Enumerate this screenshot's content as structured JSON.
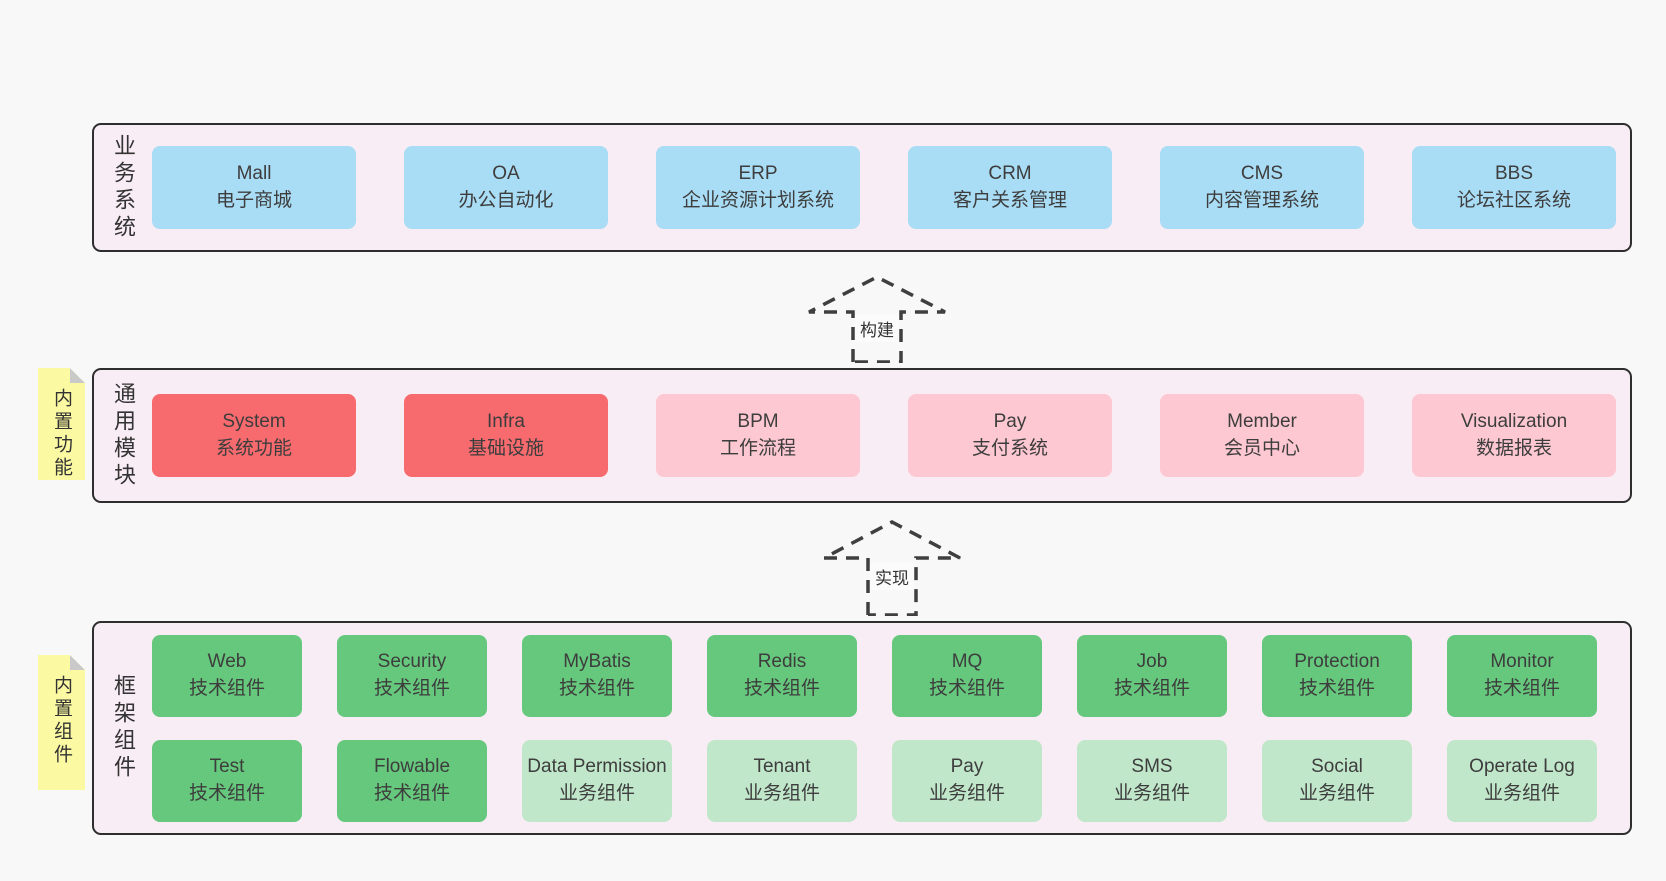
{
  "arrows": [
    {
      "label": "构建"
    },
    {
      "label": "实现"
    }
  ],
  "sections": [
    {
      "label": "业务系统",
      "boxes": [
        {
          "title": "Mall",
          "subtitle": "电子商城",
          "variant": "blue"
        },
        {
          "title": "OA",
          "subtitle": "办公自动化",
          "variant": "blue"
        },
        {
          "title": "ERP",
          "subtitle": "企业资源计划系统",
          "variant": "blue"
        },
        {
          "title": "CRM",
          "subtitle": "客户关系管理",
          "variant": "blue"
        },
        {
          "title": "CMS",
          "subtitle": "内容管理系统",
          "variant": "blue"
        },
        {
          "title": "BBS",
          "subtitle": "论坛社区系统",
          "variant": "blue"
        }
      ]
    },
    {
      "label": "通用模块",
      "sticky": "内置功能",
      "boxes": [
        {
          "title": "System",
          "subtitle": "系统功能",
          "variant": "red"
        },
        {
          "title": "Infra",
          "subtitle": "基础设施",
          "variant": "red"
        },
        {
          "title": "BPM",
          "subtitle": "工作流程",
          "variant": "pink"
        },
        {
          "title": "Pay",
          "subtitle": "支付系统",
          "variant": "pink"
        },
        {
          "title": "Member",
          "subtitle": "会员中心",
          "variant": "pink"
        },
        {
          "title": "Visualization",
          "subtitle": "数据报表",
          "variant": "pink"
        }
      ]
    },
    {
      "label": "框架组件",
      "sticky": "内置组件",
      "rows": [
        [
          {
            "title": "Web",
            "subtitle": "技术组件",
            "variant": "green"
          },
          {
            "title": "Security",
            "subtitle": "技术组件",
            "variant": "green"
          },
          {
            "title": "MyBatis",
            "subtitle": "技术组件",
            "variant": "green"
          },
          {
            "title": "Redis",
            "subtitle": "技术组件",
            "variant": "green"
          },
          {
            "title": "MQ",
            "subtitle": "技术组件",
            "variant": "green"
          },
          {
            "title": "Job",
            "subtitle": "技术组件",
            "variant": "green"
          },
          {
            "title": "Protection",
            "subtitle": "技术组件",
            "variant": "green"
          },
          {
            "title": "Monitor",
            "subtitle": "技术组件",
            "variant": "green"
          }
        ],
        [
          {
            "title": "Test",
            "subtitle": "技术组件",
            "variant": "green"
          },
          {
            "title": "Flowable",
            "subtitle": "技术组件",
            "variant": "green"
          },
          {
            "title": "Data Permission",
            "subtitle": "业务组件",
            "variant": "lightgreen"
          },
          {
            "title": "Tenant",
            "subtitle": "业务组件",
            "variant": "lightgreen"
          },
          {
            "title": "Pay",
            "subtitle": "业务组件",
            "variant": "lightgreen"
          },
          {
            "title": "SMS",
            "subtitle": "业务组件",
            "variant": "lightgreen"
          },
          {
            "title": "Social",
            "subtitle": "业务组件",
            "variant": "lightgreen"
          },
          {
            "title": "Operate Log",
            "subtitle": "业务组件",
            "variant": "lightgreen"
          }
        ]
      ]
    }
  ],
  "colors": {
    "page-bg": "#f8f8f8",
    "panel-bg": "#f9edf5",
    "panel-border": "#2e2e2e",
    "box-blue": "#a9dcf5",
    "box-red": "#f76a6e",
    "box-pink": "#fdc8d1",
    "box-green": "#66c87d",
    "box-lightgreen": "#c1e7cb",
    "sticky-yellow": "#fbf9a2",
    "sticky-fold": "#c9c9c9",
    "arrow-stroke": "#3f3f3f",
    "text": "#3a3a3a"
  }
}
